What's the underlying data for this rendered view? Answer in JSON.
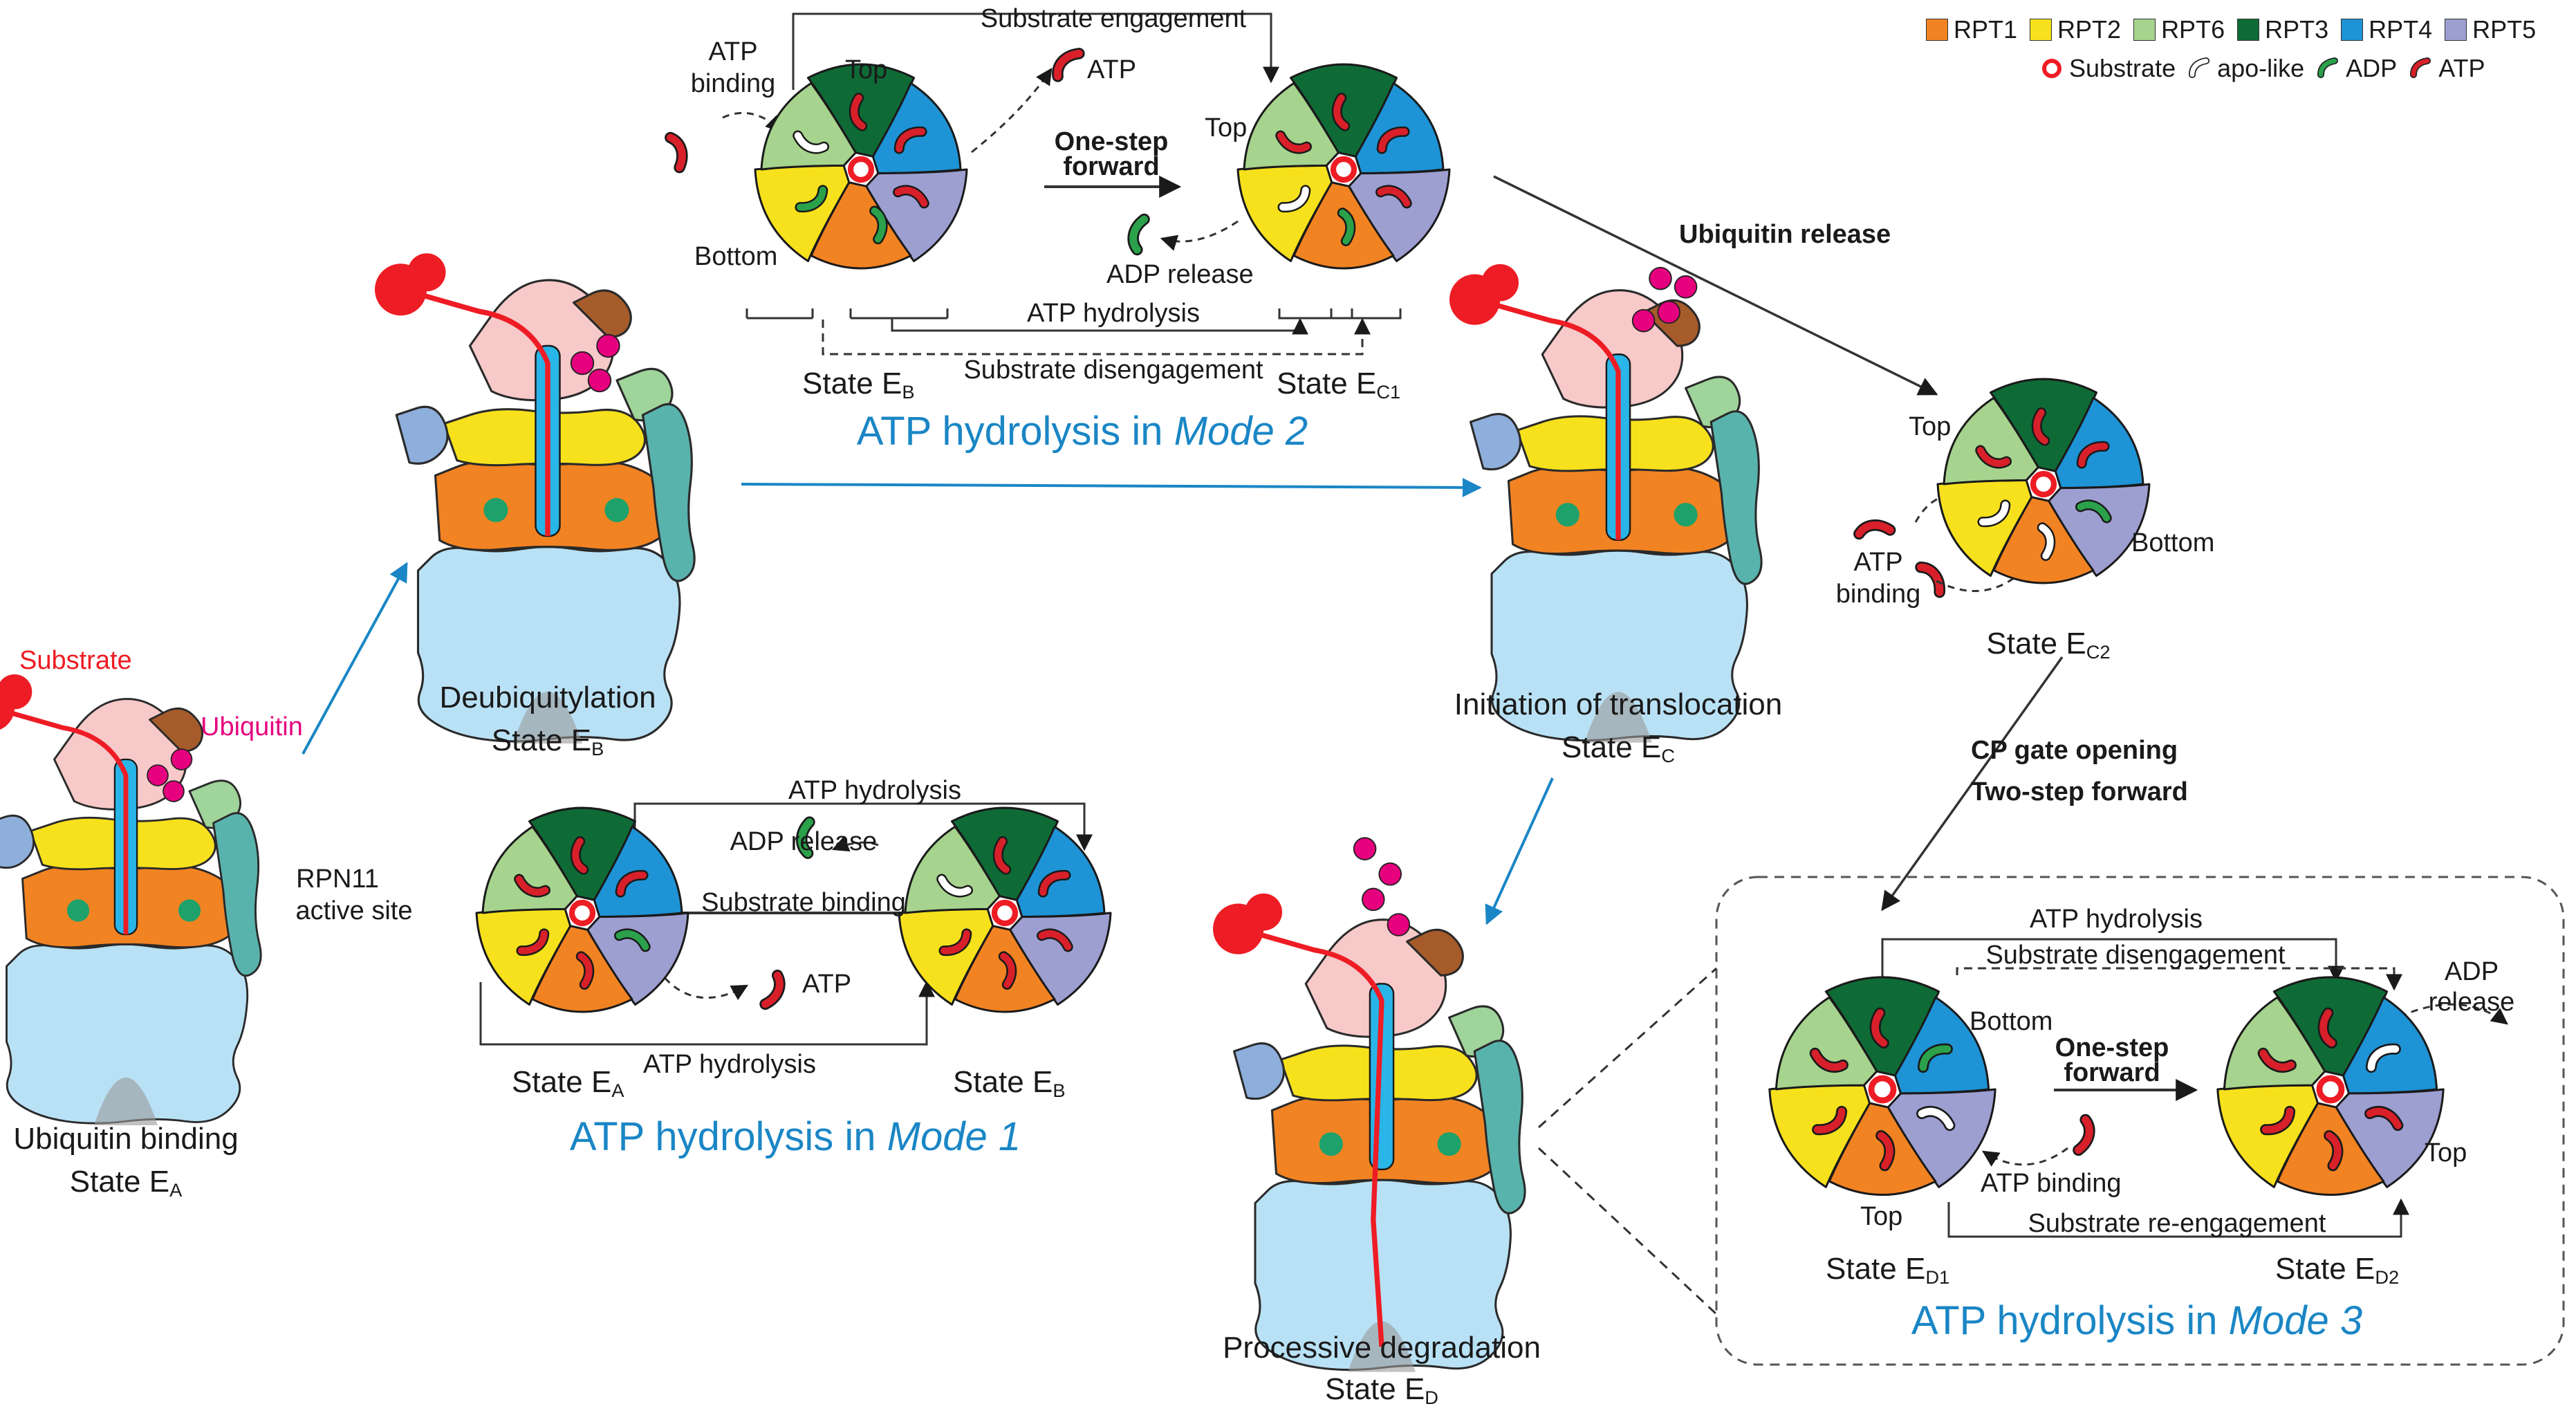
{
  "legend": {
    "row1": [
      {
        "label": "RPT1",
        "color": "#f28322"
      },
      {
        "label": "RPT2",
        "color": "#f7e11c"
      },
      {
        "label": "RPT6",
        "color": "#a6d38d"
      },
      {
        "label": "RPT3",
        "color": "#0f6b36"
      },
      {
        "label": "RPT4",
        "color": "#1e93d6"
      },
      {
        "label": "RPT5",
        "color": "#9d9fd1"
      }
    ],
    "row2": [
      {
        "label": "Substrate",
        "icon": "substrate-ring-icon",
        "color": "#ee1c24"
      },
      {
        "label": "apo-like",
        "icon": "apo-like-icon",
        "color": "#ffffff"
      },
      {
        "label": "ADP",
        "icon": "adp-icon",
        "color": "#2aa14a"
      },
      {
        "label": "ATP",
        "icon": "atp-icon",
        "color": "#d8202a"
      }
    ]
  },
  "colors": {
    "mode_blue": "#1a86c5",
    "cp": "#b9e1f5",
    "rpn_pink": "#f7c9c9",
    "rpn_brown": "#a65b2a",
    "teal": "#59b3ad",
    "ubiquitin": "#e6007e"
  },
  "mode1": {
    "title_prefix": "ATP hydrolysis in ",
    "title_mode": "Mode 1",
    "state_a": "State E",
    "state_a_sub": "A",
    "state_b": "State E",
    "state_b_sub": "B",
    "top_bracket": "ATP hydrolysis",
    "bottom_bracket": "ATP hydrolysis",
    "adp_release": "ADP release",
    "substrate_binding": "Substrate binding",
    "atp": "ATP"
  },
  "mode2": {
    "title_prefix": "ATP hydrolysis in ",
    "title_mode": "Mode 2",
    "substrate_engagement": "Substrate engagement",
    "atp_binding_1": "ATP",
    "atp_binding_2": "binding",
    "top": "Top",
    "top2": "Top",
    "atp": "ATP",
    "bottom": "Bottom",
    "one_step_1": "One-step",
    "one_step_2": "forward",
    "adp_release": "ADP release",
    "atp_hydrolysis": "ATP hydrolysis",
    "substrate_disengagement": "Substrate disengagement",
    "state_b": "State E",
    "state_b_sub": "B",
    "state_c1": "State E",
    "state_c1_sub": "C1"
  },
  "mode3": {
    "title_prefix": "ATP hydrolysis in ",
    "title_mode": "Mode 3",
    "atp_hydrolysis": "ATP hydrolysis",
    "substrate_disengagement": "Substrate disengagement",
    "bottom": "Bottom",
    "one_step_1": "One-step",
    "one_step_2": "forward",
    "adp_release_1": "ADP",
    "adp_release_2": "release",
    "atp_binding": "ATP binding",
    "top": "Top",
    "top2": "Top",
    "substrate_reengagement": "Substrate re-engagement",
    "state_d1": "State E",
    "state_d1_sub": "D1",
    "state_d2": "State E",
    "state_d2_sub": "D2"
  },
  "ec2": {
    "top": "Top",
    "bottom": "Bottom",
    "atp_binding_1": "ATP",
    "atp_binding_2": "binding",
    "state": "State E",
    "state_sub": "C2"
  },
  "transitions": {
    "ubiquitin_release": "Ubiquitin release",
    "cp_gate_opening": "CP gate opening",
    "two_step_forward": "Two-step forward"
  },
  "proteasomes": {
    "ea": {
      "caption": "Ubiquitin binding",
      "state": "State E",
      "state_sub": "A",
      "substrate": "Substrate",
      "ubiquitin": "Ubiquitin",
      "rpn11_1": "RPN11",
      "rpn11_2": "active site"
    },
    "eb": {
      "caption": "Deubiquitylation",
      "state": "State E",
      "state_sub": "B"
    },
    "ec": {
      "caption": "Initiation of translocation",
      "state": "State E",
      "state_sub": "C"
    },
    "ed": {
      "caption": "Processive degradation",
      "state": "State E",
      "state_sub": "D"
    }
  }
}
